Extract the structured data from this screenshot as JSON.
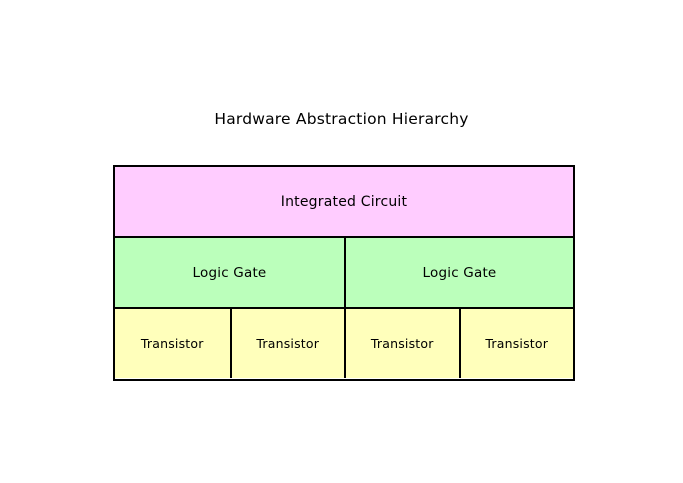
{
  "page": {
    "background_color": "#ffffff",
    "title": "Hardware Abstraction Hierarchy"
  },
  "diagram": {
    "type": "nested-hierarchy-table",
    "border_color": "#000000",
    "rows": [
      {
        "level": "top",
        "fill_color": "#ffccff",
        "cells": [
          {
            "label": "Integrated Circuit"
          }
        ]
      },
      {
        "level": "middle",
        "fill_color": "#bbffbb",
        "cells": [
          {
            "label": "Logic Gate"
          },
          {
            "label": "Logic Gate"
          }
        ]
      },
      {
        "level": "bottom",
        "fill_color": "#ffffbb",
        "cells": [
          {
            "label": "Transistor"
          },
          {
            "label": "Transistor"
          },
          {
            "label": "Transistor"
          },
          {
            "label": "Transistor"
          }
        ]
      }
    ]
  }
}
